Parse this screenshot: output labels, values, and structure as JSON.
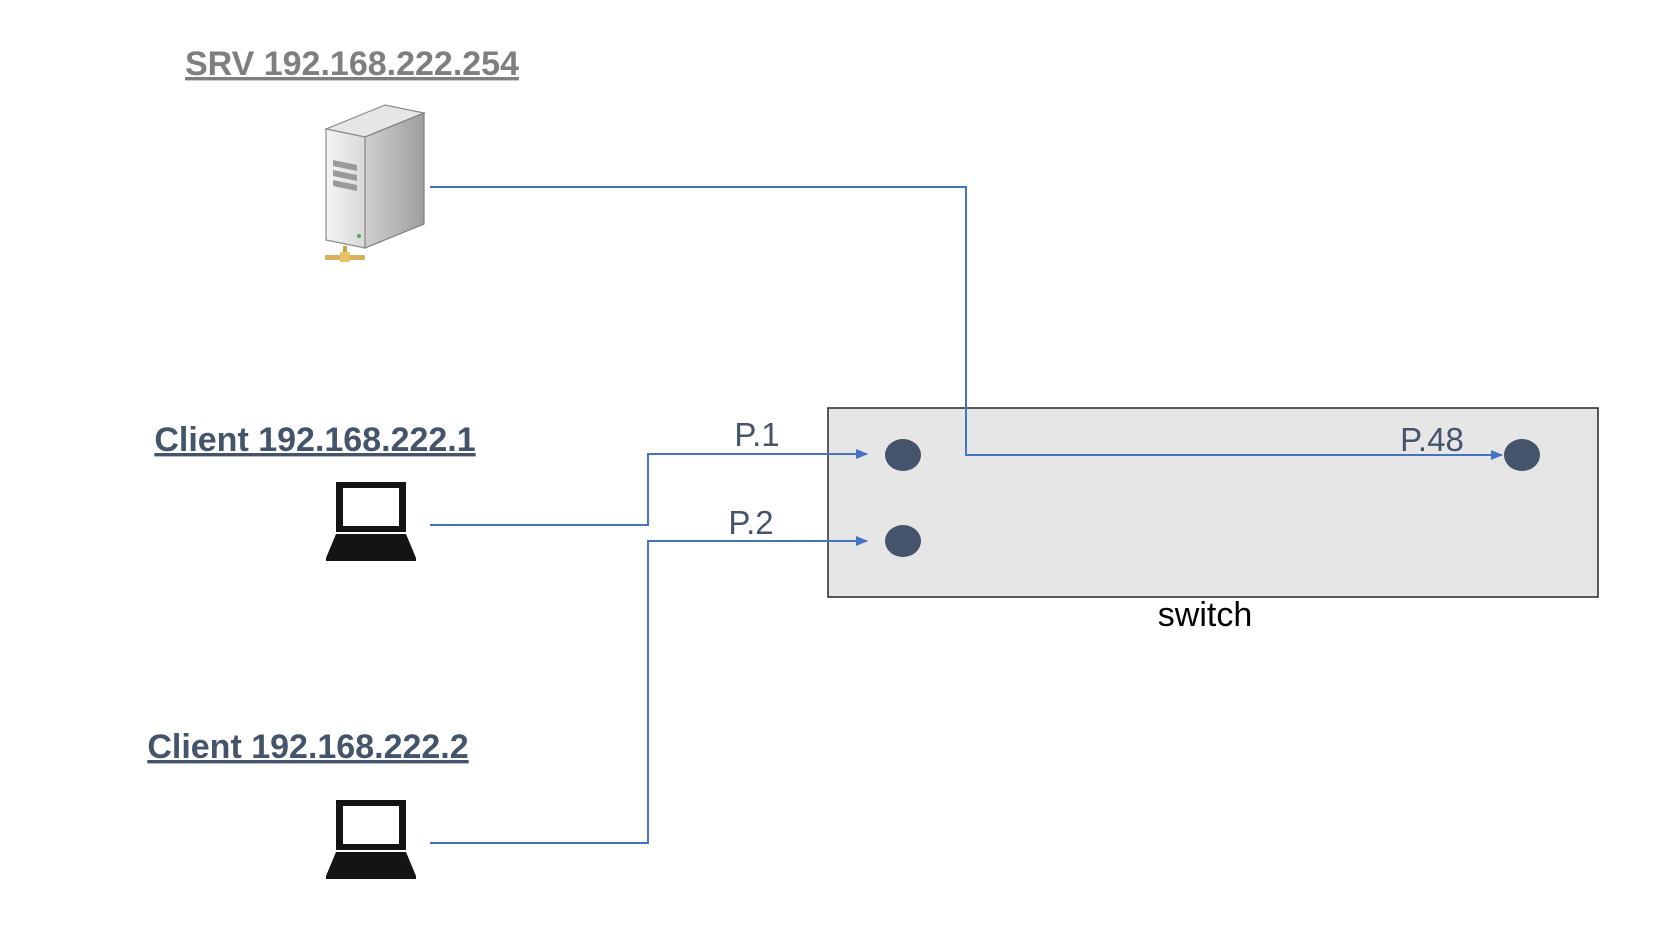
{
  "nodes": {
    "server": {
      "label": "SRV 192.168.222.254",
      "icon": "server-tower-icon"
    },
    "client1": {
      "label": "Client 192.168.222.1",
      "icon": "laptop-icon"
    },
    "client2": {
      "label": "Client 192.168.222.2",
      "icon": "laptop-icon"
    }
  },
  "switch": {
    "label": "switch",
    "ports": {
      "p1": "P.1",
      "p2": "P.2",
      "p48": "P.48"
    }
  },
  "colors": {
    "link": "#4472C4",
    "server_title": "#7F7F7F",
    "client_title": "#44546A",
    "port_dot": "#44546A",
    "switch_fill": "#E7E6E6",
    "switch_border": "#262626"
  }
}
